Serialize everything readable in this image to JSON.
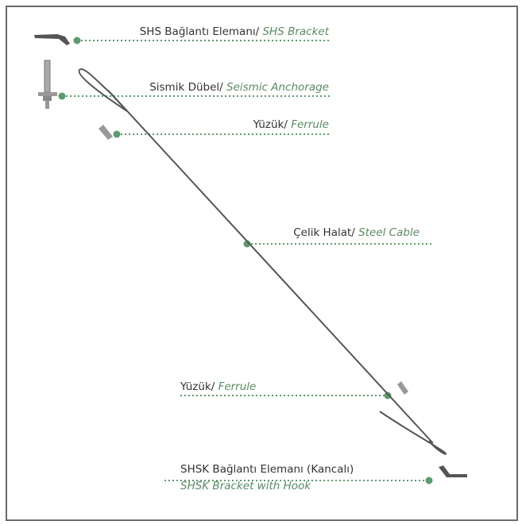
{
  "labels": [
    {
      "tr": "SHS Bağlantı Elemanı/ ",
      "en": "SHS Bracket"
    },
    {
      "tr": "Sismik Dübel/ ",
      "en": "Seismic Anchorage"
    },
    {
      "tr": "Yüzük/ ",
      "en": "Ferrule"
    },
    {
      "tr": "Çelik Halat/ ",
      "en": "Steel Cable"
    },
    {
      "tr": "Yüzük/ ",
      "en": "Ferrule"
    },
    {
      "tr": "SHSK Bağlantı Elemanı (Kancalı)",
      "en": "SHSK Bracket with Hook"
    }
  ],
  "colors": {
    "accent": "#5e9a6c",
    "text": "#333333",
    "cable": "#555555",
    "border": "#6b6b6b"
  }
}
